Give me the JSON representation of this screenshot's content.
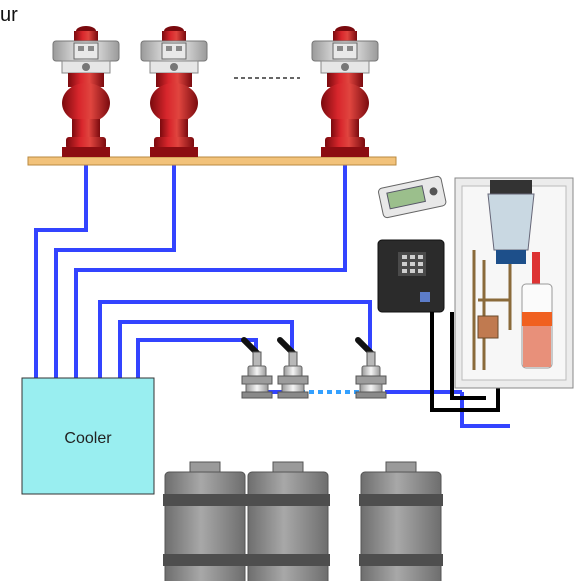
{
  "corner_text": "ur",
  "cooler": {
    "label": "Cooler"
  },
  "colors": {
    "pipe": "#3344ff",
    "cooler_fill": "#99eef0",
    "tap_red": "#c0141a",
    "shelf": "#f2c27a",
    "keg": "#8c8c8c",
    "cable": "#000000"
  },
  "icons": {
    "taps": [
      "beer-tap-icon",
      "beer-tap-icon",
      "beer-tap-icon"
    ],
    "ellipsis": "dashed-ellipsis",
    "valves": [
      "flow-valve-icon",
      "flow-valve-icon",
      "flow-valve-icon"
    ],
    "kegs": [
      "keg-icon",
      "keg-icon",
      "keg-icon"
    ],
    "handheld": "handheld-meter-icon",
    "controller": "control-box-icon",
    "cabinet": "cleaning-unit-icon"
  }
}
